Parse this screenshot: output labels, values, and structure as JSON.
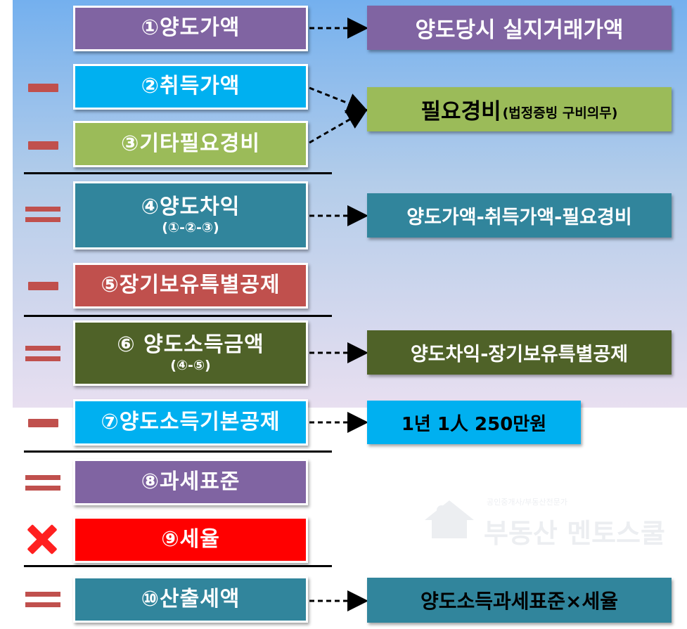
{
  "steps": [
    {
      "label": "①양도가액",
      "sub": "",
      "color": "#8064a2"
    },
    {
      "label": "②취득가액",
      "sub": "",
      "color": "#00b0f0"
    },
    {
      "label": "③기타필요경비",
      "sub": "",
      "color": "#9bbb59"
    },
    {
      "label": "④양도차익",
      "sub": "(①-②-③)",
      "color": "#31859c"
    },
    {
      "label": "⑤장기보유특별공제",
      "sub": "",
      "color": "#c0504d"
    },
    {
      "label": "⑥ 양도소득금액",
      "sub": "(④-⑤)",
      "color": "#4f6228"
    },
    {
      "label": "⑦양도소득기본공제",
      "sub": "",
      "color": "#00b0f0"
    },
    {
      "label": "⑧과세표준",
      "sub": "",
      "color": "#8064a2"
    },
    {
      "label": "⑨세율",
      "sub": "",
      "color": "#ff0000"
    },
    {
      "label": "⑩산출세액",
      "sub": "",
      "color": "#31859c"
    }
  ],
  "operators": [
    "minus",
    "minus",
    "equals",
    "minus",
    "equals",
    "minus",
    "equals",
    "times",
    "equals"
  ],
  "explanations": [
    {
      "text": "양도당시 실지거래가액",
      "note": "",
      "color": "#8064a2",
      "text_color": "#ffffff"
    },
    {
      "text": "필요경비",
      "note": "(법정증빙 구비의무)",
      "color": "#9bbb59",
      "text_color": "#000000"
    },
    {
      "text": "양도가액-취득가액-필요경비",
      "note": "",
      "color": "#31859c",
      "text_color": "#ffffff"
    },
    {
      "text": "양도차익-장기보유특별공제",
      "note": "",
      "color": "#4f6228",
      "text_color": "#ffffff"
    },
    {
      "text": "1년 1人 250만원",
      "note": "",
      "color": "#00b0f0",
      "text_color": "#000000"
    },
    {
      "text": "양도소득과세표준×세율",
      "note": "",
      "color": "#31859c",
      "text_color": "#000000"
    }
  ],
  "watermark": {
    "small": "공인중개사/부동산전문가",
    "main": "부동산 멘토스쿨"
  }
}
